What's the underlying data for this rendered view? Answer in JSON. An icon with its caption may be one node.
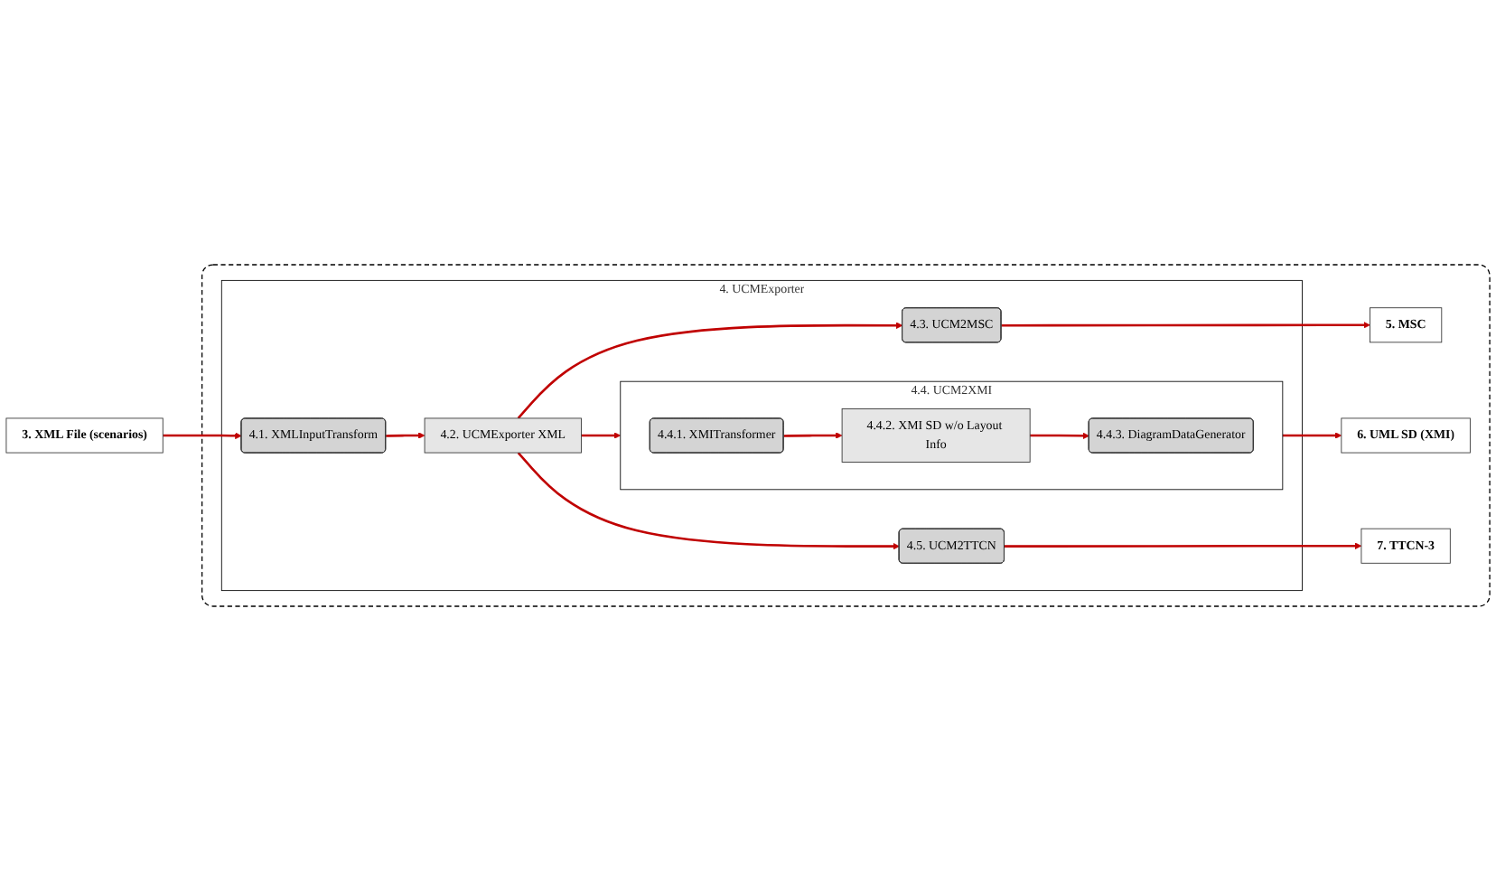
{
  "diagram": {
    "nodes": [
      {
        "text": [
          "3. XML File (scenarios)"
        ]
      },
      {
        "text": [],
        "shape": "box"
      },
      {
        "text": [
          "4. UCMExporter"
        ],
        "in": 1
      },
      {
        "text": [
          "4.1. XMLInputTransform"
        ],
        "in": 2
      },
      {
        "text": [
          "4.2. UCMExporter XML"
        ],
        "in": 2
      },
      {
        "text": [
          "4.3. UCM2MSC"
        ],
        "in": 2
      },
      {
        "text": [
          "4.4. UCM2XMI"
        ],
        "in": 2
      },
      {
        "text": [
          "4.4.1. XMITransformer"
        ],
        "in": 6
      },
      {
        "text": [
          "4.4.2. XMI SD w/o Layout Info"
        ],
        "in": 6
      },
      {
        "text": [
          "4.4.3. DiagramDataGenerator"
        ],
        "in": 6
      },
      {
        "text": [
          "4.5. UCM2TTCN"
        ],
        "in": 2
      },
      {
        "text": [
          "5. MSC"
        ],
        "in": 1
      },
      {
        "text": [
          "6. UML SD (XMI)"
        ],
        "in": 1
      },
      {
        "text": [
          "7. TTCN-3"
        ],
        "in": 1
      }
    ],
    "edges": [
      {
        "from": 0,
        "to": 3,
        "arrow": "to"
      },
      {
        "from": 3,
        "to": 4,
        "arrow": "to"
      },
      {
        "from": 4,
        "to": 5,
        "arrow": "to"
      },
      {
        "from": 4,
        "to": 6,
        "arrow": "to"
      },
      {
        "from": 7,
        "to": 8,
        "arrow": "to"
      },
      {
        "from": 8,
        "to": 9,
        "arrow": "to"
      },
      {
        "from": 4,
        "to": 10,
        "arrow": "to"
      },
      {
        "from": 5,
        "to": 11,
        "arrow": "to"
      },
      {
        "from": 6,
        "to": 12,
        "arrow": "to"
      },
      {
        "from": 10,
        "to": 13,
        "arrow": "to"
      }
    ]
  }
}
